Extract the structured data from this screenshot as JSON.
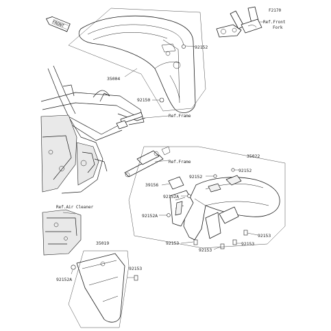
{
  "diagram_code": "F2170",
  "front_badge": "FRONT",
  "labels": {
    "ref_front_fork": "Ref.Front\nFork",
    "ref_frame_1": "Ref.Frame",
    "ref_frame_2": "Ref.Frame",
    "ref_air_cleaner": "Ref.Air Cleaner",
    "p35004": "35004",
    "p92152_top": "92152",
    "p92150": "92150",
    "p35022": "35022",
    "p92152_r1": "92152",
    "p92152_r2": "92152",
    "p39156": "39156",
    "p92152A_1": "92152A",
    "p92152A_2": "92152A",
    "p92153_1": "92153",
    "p92153_2": "92153",
    "p92153_3": "92153",
    "p92153_4": "92153",
    "p35019": "35019",
    "p92152A_3": "92152A",
    "p92153_5": "92153"
  }
}
